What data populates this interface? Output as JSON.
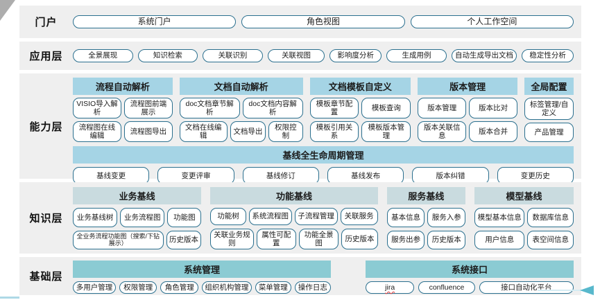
{
  "portal": {
    "label": "门户",
    "buttons": [
      "系统门户",
      "角色视图",
      "个人工作空间"
    ]
  },
  "app": {
    "label": "应用层",
    "buttons": [
      "全景展现",
      "知识检索",
      "关联识别",
      "关联视图",
      "影响度分析",
      "生成用例",
      "自动生成导出文档",
      "稳定性分析"
    ]
  },
  "capability": {
    "label": "能力层",
    "groups": [
      {
        "header": "流程自动解析",
        "rows": [
          [
            "VISIO导入解析",
            "流程图前端展示"
          ],
          [
            "流程图在线编辑",
            "流程图导出"
          ]
        ]
      },
      {
        "header": "文档自动解析",
        "rows": [
          [
            "doc文档章节解析",
            "doc文档内容解析"
          ],
          [
            "文档在线编辑",
            "文档导出",
            "权限控制"
          ]
        ]
      },
      {
        "header": "文档模板自定义",
        "rows": [
          [
            "模板章节配置",
            "模板查询"
          ],
          [
            "模板引用关系",
            "模板版本管理"
          ]
        ]
      },
      {
        "header": "版本管理",
        "rows": [
          [
            "版本管理",
            "版本比对"
          ],
          [
            "版本关联信息",
            "版本合并"
          ]
        ]
      },
      {
        "header": "全局配置",
        "rows": [
          [
            "标签管理/自定义"
          ],
          [
            "产品管理"
          ]
        ]
      }
    ],
    "baseline": {
      "header": "基线全生命周期管理",
      "buttons": [
        "基线变更",
        "变更评审",
        "基线修订",
        "基线发布",
        "版本纠错",
        "变更历史"
      ]
    }
  },
  "knowledge": {
    "label": "知识层",
    "groups": [
      {
        "header": "业务基线",
        "rows": [
          [
            "业务基线树",
            "业务流程图",
            "功能图"
          ],
          [
            "全业务流程功能图（搜索/下钻展示）",
            "历史版本"
          ]
        ]
      },
      {
        "header": "功能基线",
        "rows": [
          [
            "功能树",
            "系统流程图",
            "子流程管理",
            "关联服务"
          ],
          [
            "关联业务规则",
            "属性可配置",
            "功能全景图",
            "历史版本"
          ]
        ]
      },
      {
        "header": "服务基线",
        "rows": [
          [
            "基本信息",
            "服务入参"
          ],
          [
            "服务出参",
            "历史版本"
          ]
        ]
      },
      {
        "header": "模型基线",
        "rows": [
          [
            "模型基本信息",
            "数据库信息"
          ],
          [
            "用户信息",
            "表空间信息"
          ]
        ]
      }
    ]
  },
  "base": {
    "label": "基础层",
    "groups": [
      {
        "header": "系统管理",
        "rows": [
          [
            "多用户管理",
            "权限管理",
            "角色管理",
            "组织机构管理",
            "菜单管理",
            "操作日志"
          ]
        ]
      },
      {
        "header": "系统接口",
        "rows": [
          [
            "jira",
            "confluence",
            "接口自动化平台"
          ]
        ]
      }
    ]
  },
  "colors": {
    "band_background": "#efefef",
    "capability_header": "#a5d4e5",
    "knowledge_header": "#c9dbdf",
    "base_header": "#8bcbd3",
    "chip_border": "#2a6f8e",
    "arrow": "#58b8cc"
  }
}
